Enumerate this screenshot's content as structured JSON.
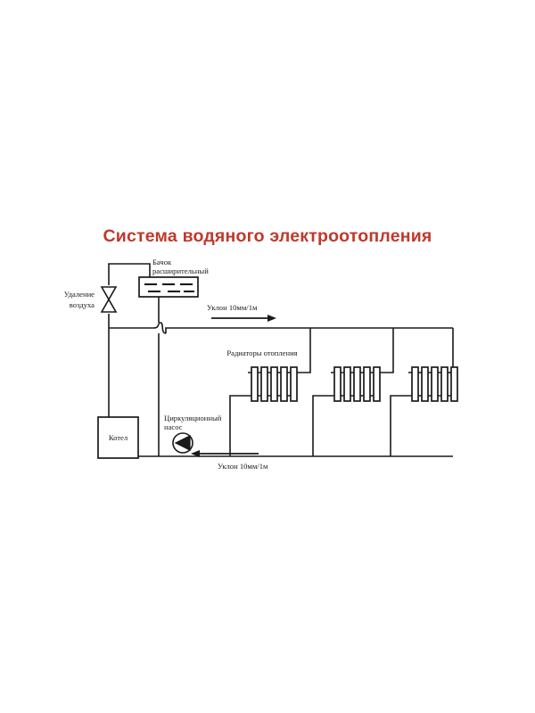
{
  "title": "Система водяного электроотопления",
  "title_color": "#c0392b",
  "background_color": "#ffffff",
  "line_color": "#1a1a1a",
  "labels": {
    "air_removal_line1": "Удаление",
    "air_removal_line2": "воздуха",
    "expansion_tank_line1": "Бачок",
    "expansion_tank_line2": "расширительный",
    "boiler": "Котел",
    "pump_line1": "Циркуляционный",
    "pump_line2": "насос",
    "radiators": "Радиаторы отопления",
    "slope_supply": "Уклон 10мм/1м",
    "slope_return": "Уклон 10мм/1м"
  },
  "components": [
    {
      "name": "boiler",
      "label": "Котел",
      "type": "rect"
    },
    {
      "name": "expansion-tank",
      "label": "Бачок расширительный",
      "type": "rect-with-level-lines"
    },
    {
      "name": "air-valve",
      "label": "Удаление воздуха",
      "type": "bowtie-valve"
    },
    {
      "name": "circulation-pump",
      "label": "Циркуляционный насос",
      "type": "circle-with-triangle"
    },
    {
      "name": "radiator-1",
      "label": "Радиаторы отопления",
      "type": "finned-radiator",
      "fins": 5
    },
    {
      "name": "radiator-2",
      "label": "Радиаторы отопления",
      "type": "finned-radiator",
      "fins": 5
    },
    {
      "name": "radiator-3",
      "label": "Радиаторы отопления",
      "type": "finned-radiator",
      "fins": 5
    }
  ],
  "flow": {
    "supply_direction": "right",
    "return_direction": "left",
    "supply_slope": "Уклон 10мм/1м",
    "return_slope": "Уклон 10мм/1м"
  }
}
